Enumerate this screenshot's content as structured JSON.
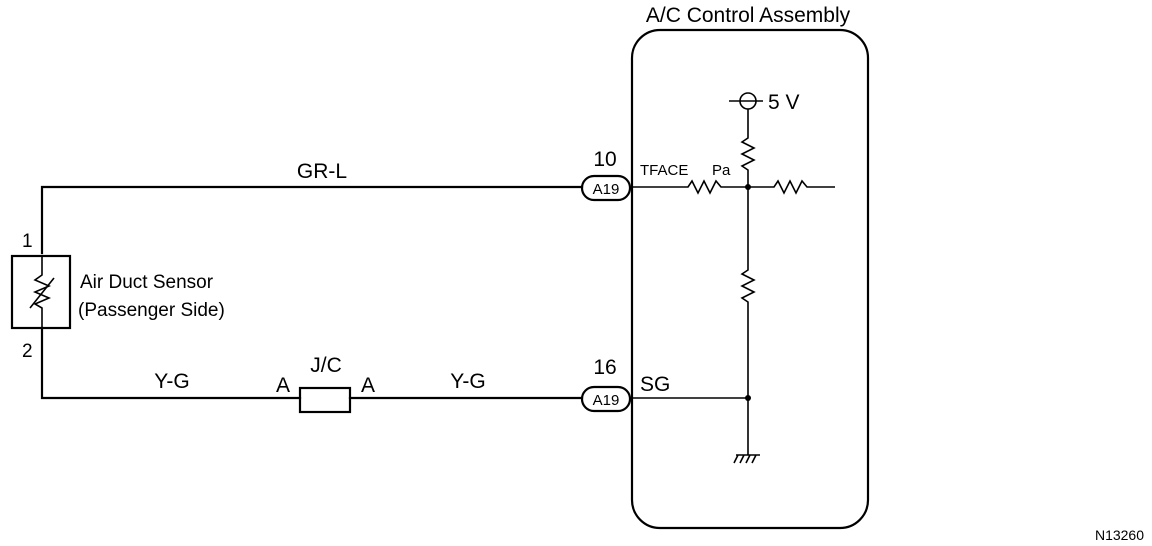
{
  "assembly": {
    "title": "A/C Control Assembly"
  },
  "sensor": {
    "name_line1": "Air Duct Sensor",
    "name_line2": "(Passenger Side)",
    "pin_top": "1",
    "pin_bottom": "2"
  },
  "wires": {
    "upper_color": "GR-L",
    "lower_left_color": "Y-G",
    "lower_right_color": "Y-G"
  },
  "junction": {
    "label": "J/C",
    "left_pin": "A",
    "right_pin": "A"
  },
  "connectors": [
    {
      "pin": "10",
      "code": "A19"
    },
    {
      "pin": "16",
      "code": "A19"
    }
  ],
  "terminals": {
    "signal": "TFACE",
    "pa": "Pa",
    "ground": "SG"
  },
  "supply": {
    "voltage": "5 V"
  },
  "figure_id": "N13260"
}
